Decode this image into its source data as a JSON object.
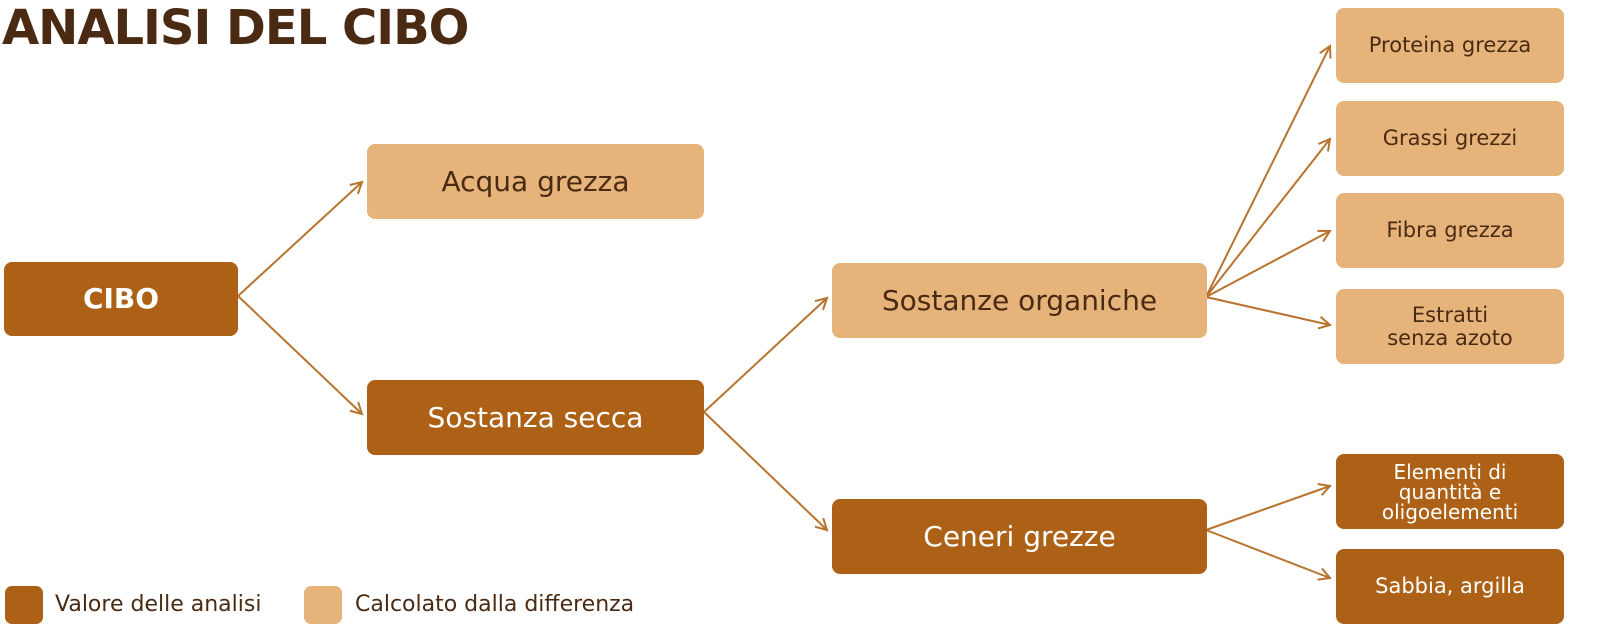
{
  "title": "ANALISI DEL CIBO",
  "colors": {
    "analysis": "#ad6116",
    "calculated": "#e6b47a",
    "text": "#4a2a12",
    "arrow": "#b8732e"
  },
  "nodes": {
    "cibo": "CIBO",
    "acqua": "Acqua grezza",
    "sostanza_secca": "Sostanza secca",
    "sostanze_organiche": "Sostanze organiche",
    "ceneri": "Ceneri grezze",
    "proteina": "Proteina grezza",
    "grassi": "Grassi grezzi",
    "fibra": "Fibra grezza",
    "estratti": "Estratti\nsenza azoto",
    "elementi": "Elementi di\nquantità e\noligoelementi",
    "sabbia": "Sabbia, argilla"
  },
  "legend": {
    "analysis_label": "Valore delle analisi",
    "calculated_label": "Calcolato dalla differenza"
  }
}
